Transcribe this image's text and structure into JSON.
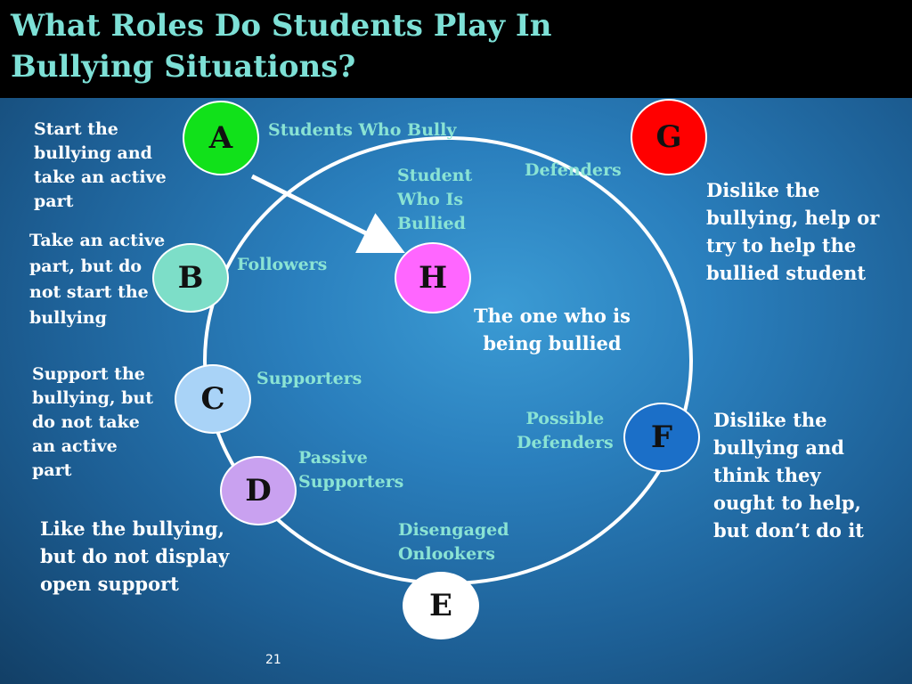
{
  "slide": {
    "title": "What Roles Do Students Play In\nBullying Situations?",
    "page_number": "21"
  },
  "nodes": {
    "a": {
      "letter": "A",
      "color": "#11e11a"
    },
    "b": {
      "letter": "B",
      "color": "#7ddec8"
    },
    "c": {
      "letter": "C",
      "color": "#a9d3f7"
    },
    "d": {
      "letter": "D",
      "color": "#c9a1f0"
    },
    "e": {
      "letter": "E",
      "color": "#ffffff"
    },
    "f": {
      "letter": "F",
      "color": "#1b6fc8"
    },
    "g": {
      "letter": "G",
      "color": "#ff0000"
    },
    "h": {
      "letter": "H",
      "color": "#ff66ff"
    }
  },
  "roles": {
    "a": "Students Who Bully",
    "b": "Followers",
    "c": "Supporters",
    "d": "Passive\n Supporters",
    "e": "Disengaged\nOnlookers",
    "f": "Possible\nDefenders",
    "g": "Defenders",
    "h": "Student\nWho Is\nBullied"
  },
  "descriptions": {
    "a": "Start the\nbullying and\ntake an active\npart",
    "b": "Take an active\npart, but do\nnot start the\nbullying",
    "c": "Support the\nbullying, but\ndo not take\nan active\npart",
    "d": "Like the bullying,\nbut do not display\nopen support",
    "f": "Dislike the\nbullying and\nthink they\nought to help,\nbut don’t do it",
    "g": "Dislike the\nbullying, help or\ntry to help the\nbullied student",
    "h": "The one who is\nbeing bullied"
  }
}
